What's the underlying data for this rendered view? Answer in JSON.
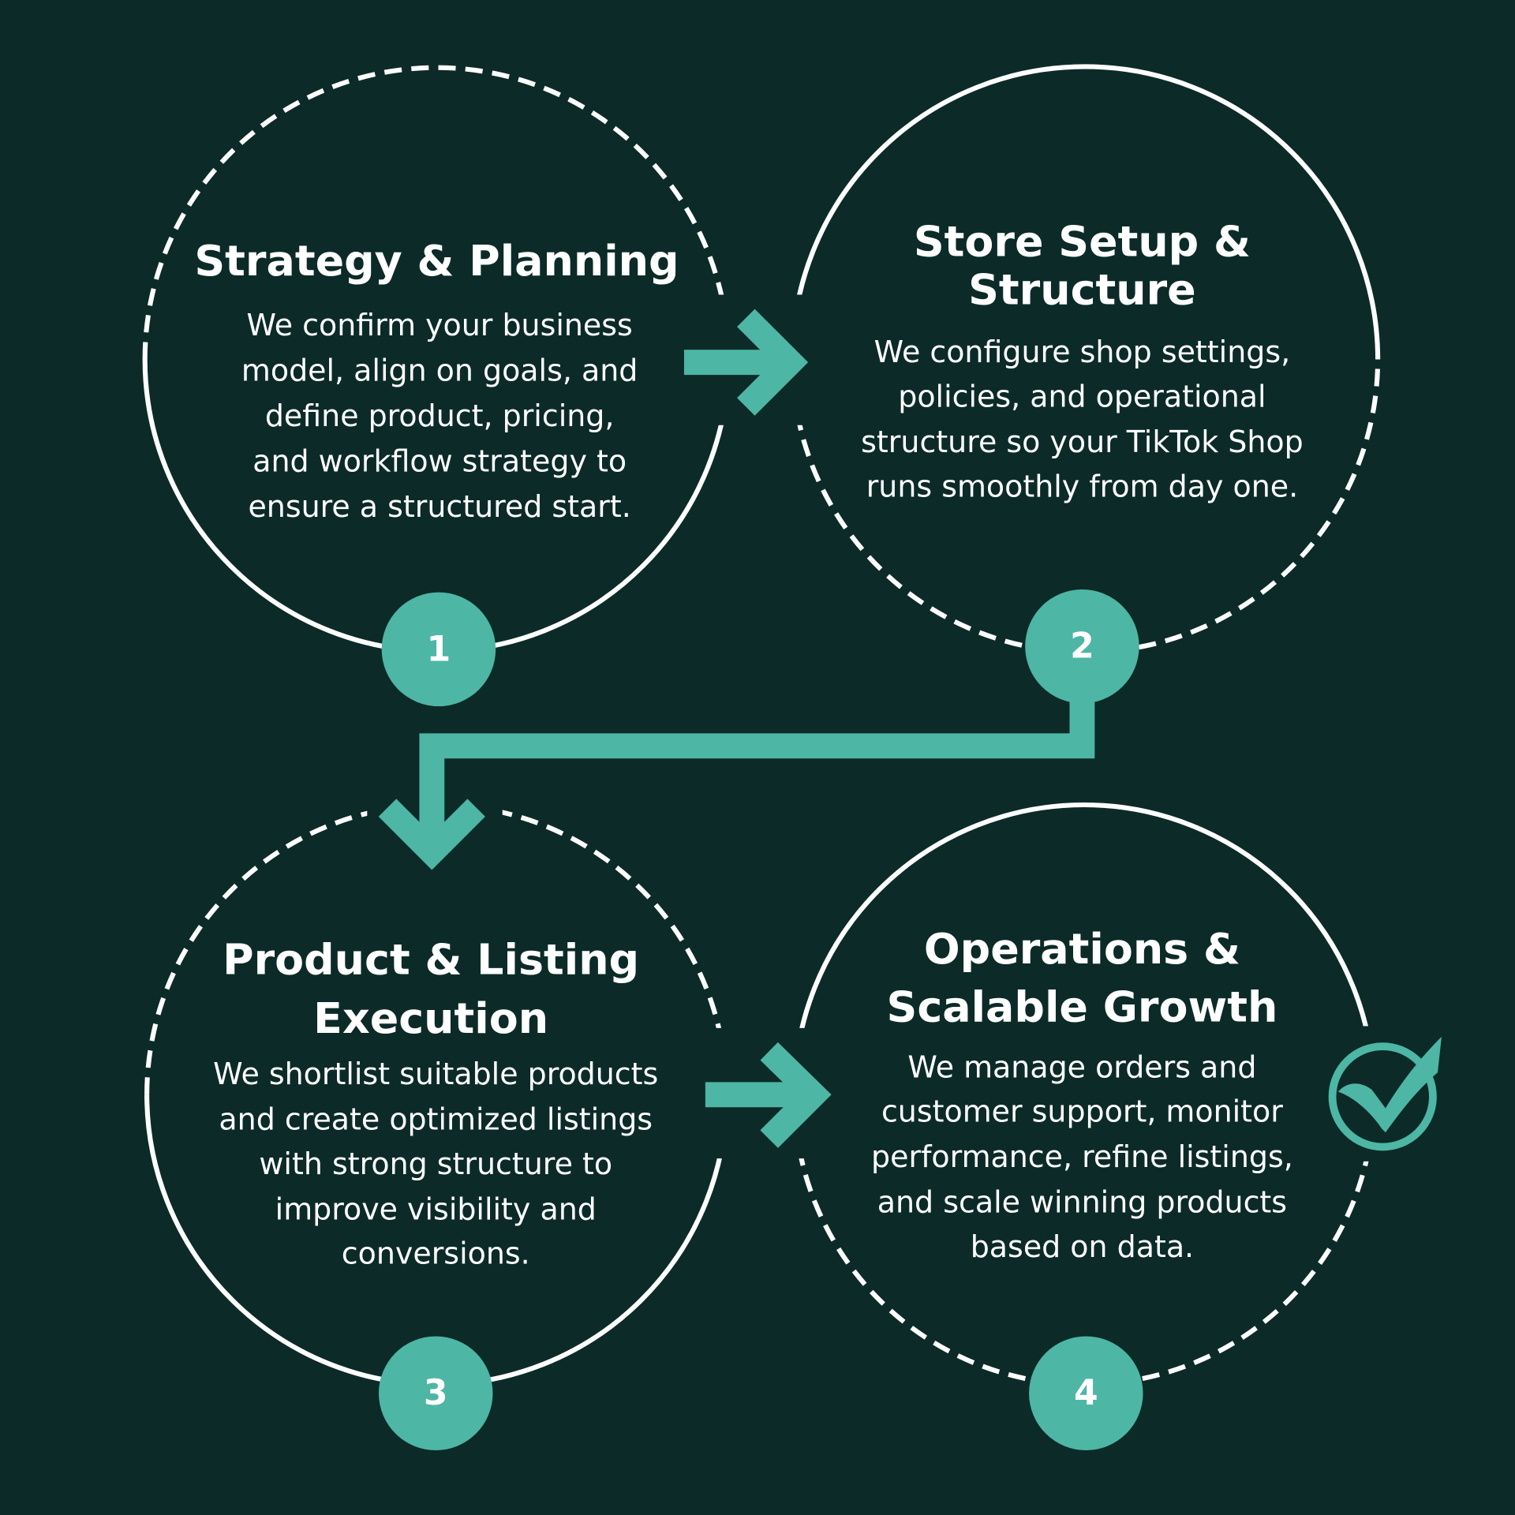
{
  "colors": {
    "background": "#0c2b28",
    "accent": "#4db6a4",
    "text": "#ffffff"
  },
  "steps": [
    {
      "number": "1",
      "title": [
        "Strategy & Planning"
      ],
      "body": [
        "We confirm your business",
        "model, align on goals, and",
        "define product, pricing,",
        "and workflow strategy to",
        "ensure a structured start."
      ]
    },
    {
      "number": "2",
      "title": [
        "Store Setup &",
        "Structure"
      ],
      "body": [
        "We configure shop settings,",
        "policies, and operational",
        "structure so your TikTok Shop",
        "runs smoothly from day one."
      ]
    },
    {
      "number": "3",
      "title": [
        "Product & Listing",
        "Execution"
      ],
      "body": [
        "We shortlist suitable products",
        "and create optimized listings",
        "with strong structure to",
        "improve visibility and",
        "conversions."
      ]
    },
    {
      "number": "4",
      "title": [
        "Operations &",
        "Scalable Growth"
      ],
      "body": [
        "We manage orders and",
        "customer support, monitor",
        "performance, refine listings,",
        "and scale winning products",
        "based on data."
      ]
    }
  ],
  "icons": {
    "completion": "check-circle-icon",
    "flow": "arrow-icon"
  }
}
